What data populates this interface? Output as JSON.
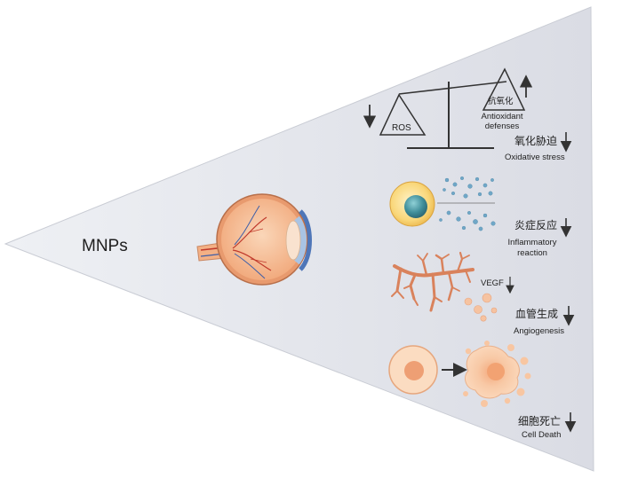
{
  "source_label": "MNPs",
  "colors": {
    "cone_light": "#f2f3f6",
    "cone_dark": "#dcdee6",
    "eye_sclera": "#f4b88c",
    "vessel": "#c0392b",
    "vessel_blue": "#3d5ea8",
    "cell_outer": "#f4c75d",
    "cell_nucleus": "#3a7f8e",
    "particle": "#6ea9c9",
    "angio_vessel": "#d9825c",
    "dying_cell": "#f6c7a6",
    "arrow": "#3a3a3a"
  },
  "panels": {
    "oxidative": {
      "ros_label": "ROS",
      "antioxidant_zh": "抗氧化",
      "antioxidant_en": [
        "Antioxidant",
        "defenses"
      ],
      "title_zh": "氧化胁迫",
      "title_en": "Oxidative stress"
    },
    "inflammation": {
      "title_zh": "炎症反应",
      "title_en": [
        "Inflammatory",
        "reaction"
      ]
    },
    "angiogenesis": {
      "vegf_label": "VEGF",
      "title_zh": "血管生成",
      "title_en": "Angiogenesis"
    },
    "cell_death": {
      "title_zh": "细胞死亡",
      "title_en": "Cell Death"
    }
  }
}
